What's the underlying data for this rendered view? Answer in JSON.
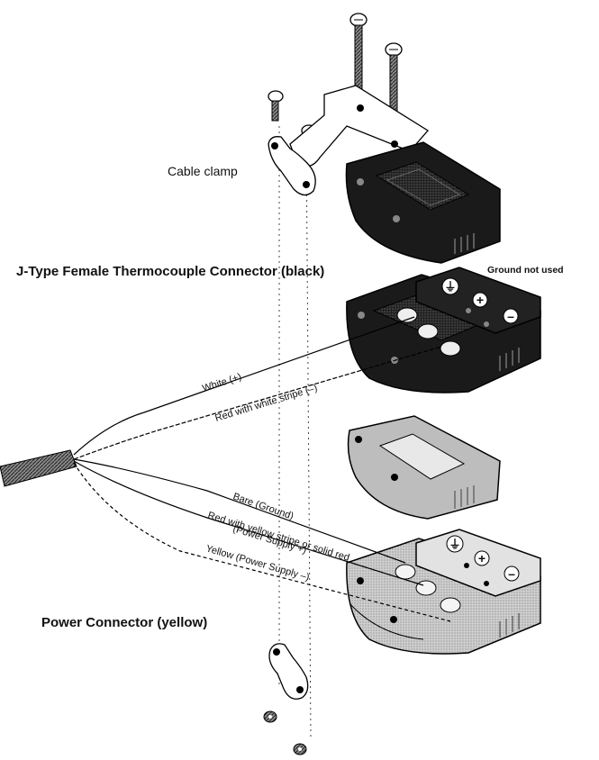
{
  "labels": {
    "cable_clamp": "Cable clamp",
    "j_type_connector": "J-Type Female Thermocouple Connector (black)",
    "ground_not_used": "Ground not used",
    "power_connector": "Power Connector (yellow)"
  },
  "wires": {
    "white": "White  (+)",
    "red_white_stripe": "Red with white stripe (–)",
    "bare": "Bare (Ground)",
    "red_yellow_line1": "Red with yellow stripe or solid red",
    "red_yellow_line2": "(Power Supply +)",
    "yellow": "Yellow (Power Supply –)"
  },
  "terminal_symbols": {
    "ground": "⏚",
    "plus": "+",
    "minus": "–"
  },
  "colors": {
    "connector_black": "#1a1a1a",
    "connector_yellow": "#bdbdbd"
  }
}
